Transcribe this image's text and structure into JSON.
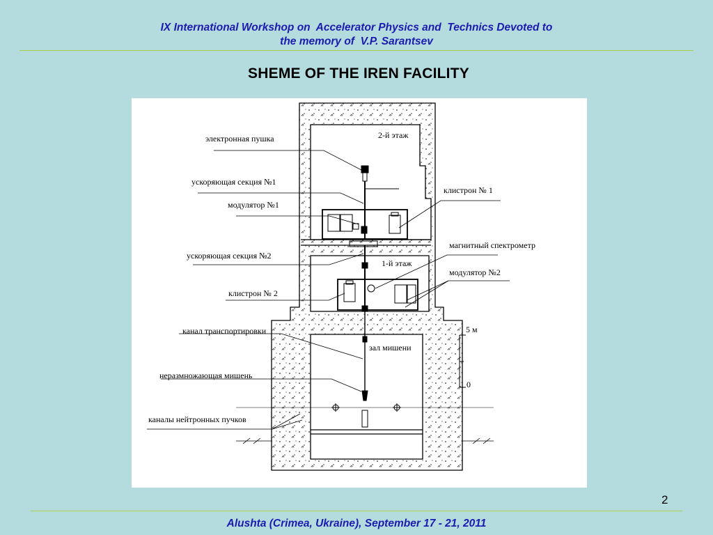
{
  "header": {
    "line1": "IX International Workshop on  Accelerator Physics and  Technics Devoted to",
    "line2": "the memory of  V.P. Sarantsev"
  },
  "slide_title": "SHEME OF THE IREN FACILITY",
  "diagram": {
    "labels": {
      "electron_gun": "электронная пушка",
      "accel_section_1": "ускоряющая секция №1",
      "modulator_1": "модулятор №1",
      "accel_section_2": "ускоряющая секция №2",
      "klystron_2": "клистрон № 2",
      "transport_channel": "канал транспортировки",
      "nonmultiplying_target": "неразмножающая мишень",
      "neutron_channels": "каналы нейтронных пучков",
      "floor_2": "2-й этаж",
      "klystron_1": "клистрон № 1",
      "magnetic_spectrometer": "магнитный спектрометр",
      "floor_1": "1-й этаж",
      "modulator_2": "модулятор №2",
      "scale_top": "5 м",
      "target_hall": "зал мишени",
      "scale_bottom": "0"
    }
  },
  "page_number": "2",
  "footer": "Alushta (Crimea, Ukraine), September 17 - 21, 2011",
  "colors": {
    "background": "#b4dcdf",
    "header_text": "#1b1bb0",
    "rule": "#a9d04b",
    "panel": "#ffffff"
  }
}
